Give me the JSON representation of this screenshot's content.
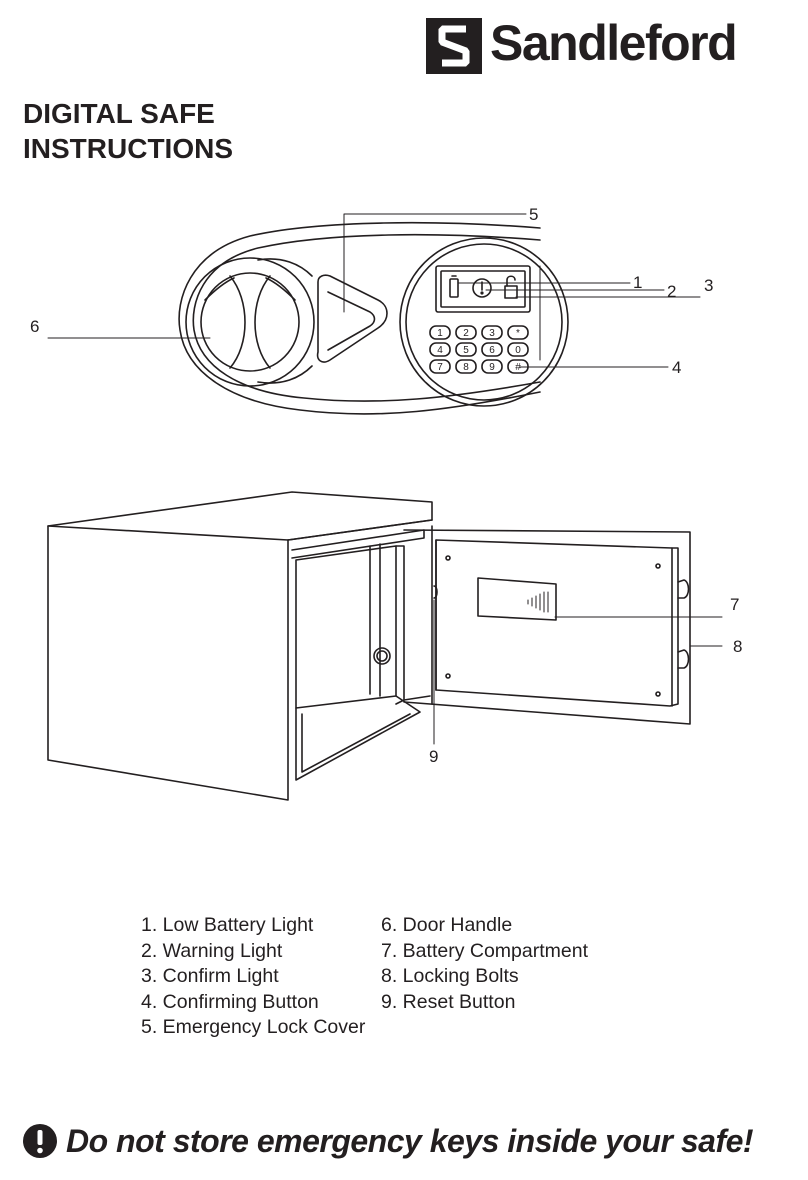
{
  "brand": {
    "name": "Sandleford",
    "logo_icon": "sandleford-s-icon"
  },
  "title": {
    "line1": "DIGITAL SAFE",
    "line2": "INSTRUCTIONS"
  },
  "callouts": {
    "c1": "1",
    "c2": "2",
    "c3": "3",
    "c4": "4",
    "c5": "5",
    "c6": "6",
    "c7": "7",
    "c8": "8",
    "c9": "9"
  },
  "keypad": {
    "keys": [
      "1",
      "2",
      "3",
      "*",
      "4",
      "5",
      "6",
      "0",
      "7",
      "8",
      "9",
      "#"
    ]
  },
  "legend": {
    "left": [
      "1. Low Battery Light",
      "2. Warning Light",
      "3. Confirm Light",
      "4. Confirming Button",
      "5. Emergency Lock Cover"
    ],
    "right": [
      "6. Door Handle",
      "7. Battery Compartment",
      "8. Locking Bolts",
      "9. Reset Button"
    ]
  },
  "warning": {
    "text": "Do not store emergency keys inside your safe!",
    "icon": "exclamation-icon"
  }
}
